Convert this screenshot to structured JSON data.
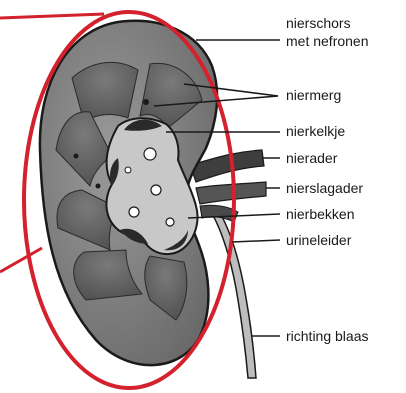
{
  "labels": {
    "cortex_line1": "nierschors",
    "cortex_line2": "met nefronen",
    "medulla": "niermerg",
    "calyx": "nierkelkje",
    "vein": "nierader",
    "artery": "nierslagader",
    "pelvis": "nierbekken",
    "ureter": "urineleider",
    "direction": "richting blaas"
  },
  "colors": {
    "highlight_ring": "#d3212d",
    "cortex": "#8c8c8c",
    "medulla": "#6e6e6e",
    "pelvis": "#c8c8c8",
    "outline": "#1a1a1a",
    "vessel": "#4a4a4a",
    "ureter": "#bdbdbd"
  }
}
